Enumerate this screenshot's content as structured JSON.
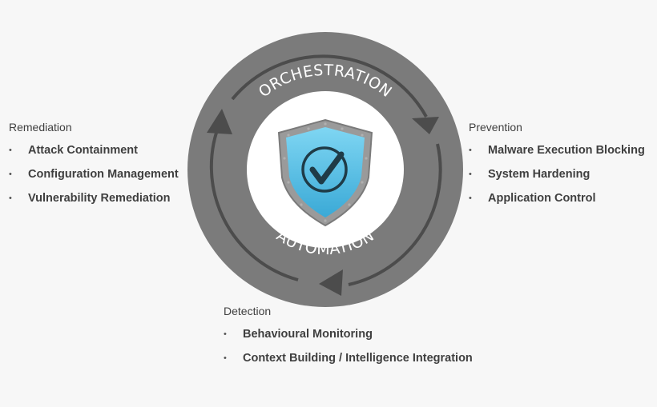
{
  "ring": {
    "top_label": "ORCHESTRATION",
    "bottom_label": "AUTOMATION"
  },
  "center_icon": "shield-check-icon",
  "sections": {
    "remediation": {
      "heading": "Remediation",
      "items": [
        "Attack Containment",
        "Configuration Management",
        "Vulnerability Remediation"
      ]
    },
    "prevention": {
      "heading": "Prevention",
      "items": [
        "Malware Execution Blocking",
        "System Hardening",
        "Application Control"
      ]
    },
    "detection": {
      "heading": "Detection",
      "items": [
        "Behavioural Monitoring",
        "Context Building / Intelligence Integration"
      ]
    }
  },
  "colors": {
    "ring": "#7b7b7b",
    "inner": "#ffffff",
    "arrow": "#4c4c4c",
    "shield_fill": "#5cc3e8",
    "shield_border": "#8c8c8c",
    "text": "#3f3f3f"
  }
}
